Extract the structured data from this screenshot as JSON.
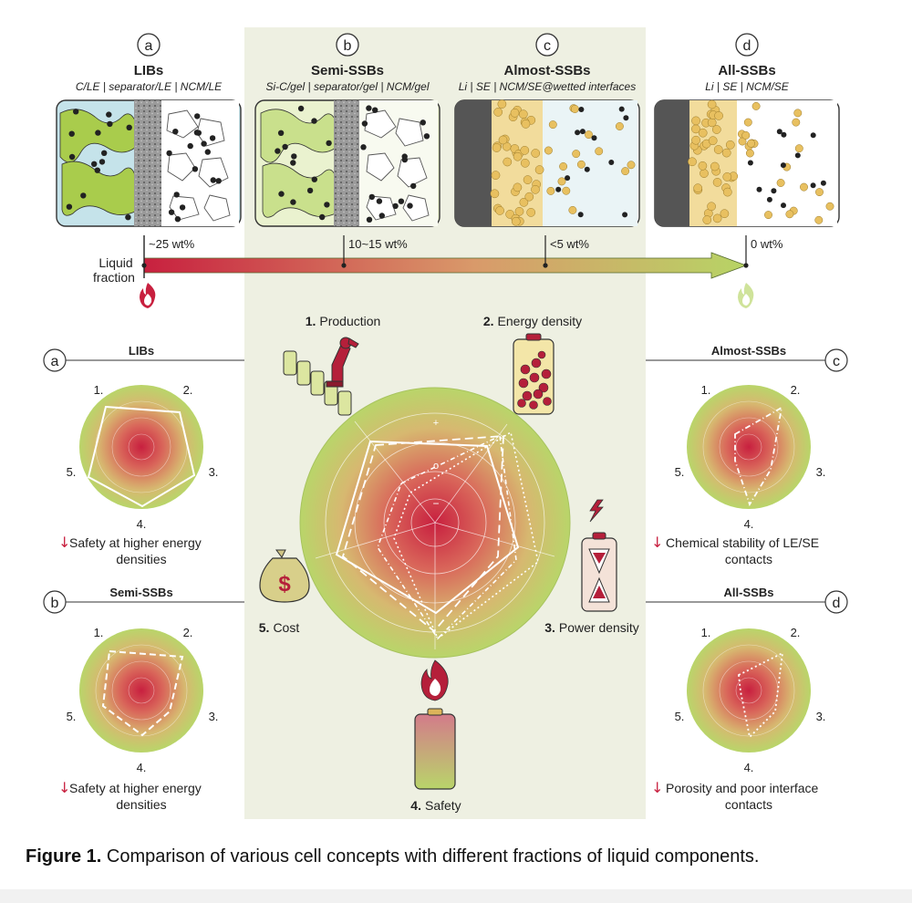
{
  "panels": [
    {
      "letter": "a",
      "title": "LIBs",
      "formula": "C/LE | separator/LE | NCM/LE"
    },
    {
      "letter": "b",
      "title": "Semi-SSBs",
      "formula": "Si-C/gel | separator/gel | NCM/gel"
    },
    {
      "letter": "c",
      "title": "Almost-SSBs",
      "formula": "Li | SE | NCM/SE@wetted interfaces"
    },
    {
      "letter": "d",
      "title": "All-SSBs",
      "formula": "Li | SE | NCM/SE"
    }
  ],
  "liquid": {
    "label_line1": "Liquid",
    "label_line2": "fraction",
    "ticks": [
      "~25 wt%",
      "10~15 wt%",
      "<5 wt%",
      "0 wt%"
    ],
    "colors": {
      "start": "#c8203f",
      "end": "#b7d465"
    }
  },
  "central": {
    "axes": [
      {
        "num": "1.",
        "name": "Production"
      },
      {
        "num": "2.",
        "name": "Energy density"
      },
      {
        "num": "3.",
        "name": "Power density"
      },
      {
        "num": "4.",
        "name": "Safety"
      },
      {
        "num": "5.",
        "name": "Cost"
      }
    ],
    "ring_marks": [
      "+",
      "o",
      "−"
    ]
  },
  "mini_charts": [
    {
      "letter": "a",
      "title": "LIBs",
      "note_line1": "Safety at higher energy",
      "note_line2": "densities"
    },
    {
      "letter": "b",
      "title": "Semi-SSBs",
      "note_line1": "Safety at higher energy",
      "note_line2": "densities"
    },
    {
      "letter": "c",
      "title": "Almost-SSBs",
      "note_line1": "Chemical stability of LE/SE",
      "note_line2": "contacts"
    },
    {
      "letter": "d",
      "title": "All-SSBs",
      "note_line1": "Porosity and poor interface",
      "note_line2": "contacts"
    }
  ],
  "mini_axis_labels": [
    "1.",
    "2.",
    "3.",
    "4.",
    "5."
  ],
  "icons": {
    "production": "robot-arm-icon",
    "energy": "battery-particles-icon",
    "power": "hourglass-battery-icon",
    "safety": "flame-battery-icon",
    "cost": "money-bag-icon",
    "fire": "fire-icon",
    "leaf-flame": "green-flame-icon",
    "down-arrow": "down-arrow-icon"
  },
  "caption": {
    "bold": "Figure 1.",
    "text": " Comparison of various cell concepts with different fractions of liquid components."
  },
  "colors": {
    "panel_bg": "#eef0e2",
    "green": "#b9d56a",
    "red": "#c8203f",
    "blue": "#c5e3ea",
    "gold": "#e8c060",
    "grey": "#555555"
  }
}
